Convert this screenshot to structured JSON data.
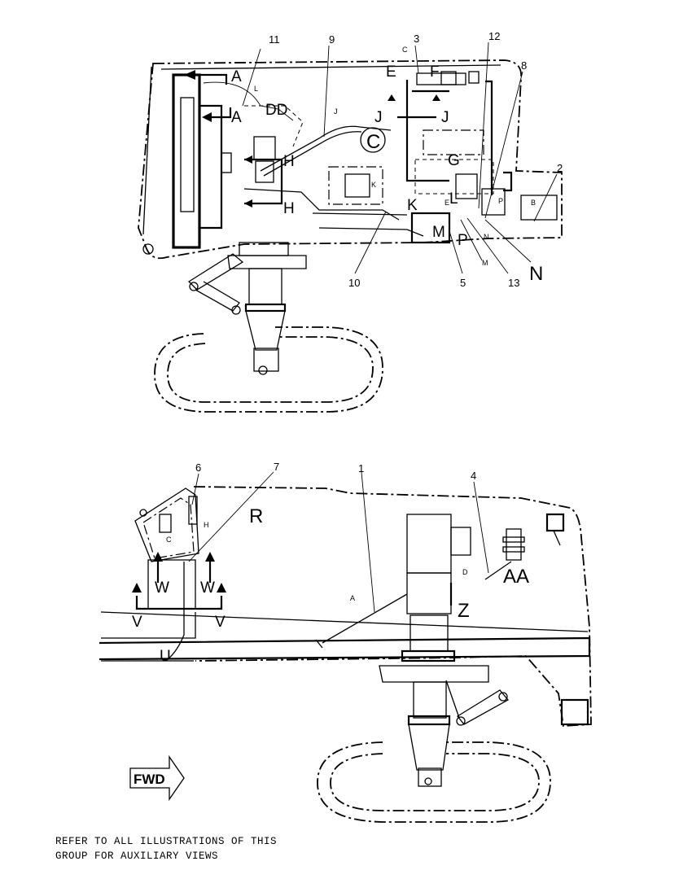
{
  "top_view": {
    "item_numbers": [
      "11",
      "9",
      "3",
      "12",
      "8",
      "2",
      "10",
      "5",
      "13"
    ],
    "view_letters_large": [
      "A",
      "A",
      "DD",
      "H",
      "H",
      "C",
      "E",
      "F",
      "J",
      "J",
      "G",
      "K",
      "L",
      "M",
      "P",
      "N"
    ],
    "route_letters_small": [
      "L",
      "J",
      "C",
      "K",
      "E",
      "P",
      "B",
      "N",
      "M"
    ]
  },
  "side_view": {
    "item_numbers": [
      "6",
      "7",
      "1",
      "4"
    ],
    "view_letters_large": [
      "R",
      "W",
      "W",
      "V",
      "V",
      "U",
      "AA",
      "Z"
    ],
    "route_letters_small": [
      "C",
      "H",
      "A",
      "D"
    ]
  },
  "fwd_label": "FWD",
  "note": {
    "line1": "REFER TO ALL ILLUSTRATIONS OF THIS",
    "line2": "GROUP FOR AUXILIARY VIEWS"
  }
}
